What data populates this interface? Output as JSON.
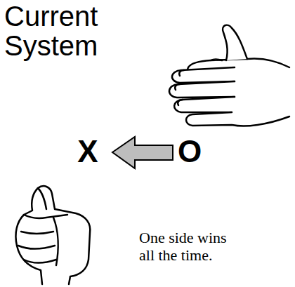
{
  "diagram": {
    "title": "Current System",
    "labels": [
      "X",
      "O",
      "One side wins all the time."
    ]
  }
}
